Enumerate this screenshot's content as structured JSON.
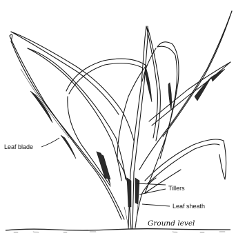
{
  "labels": {
    "leaf_blade": "Leaf blade",
    "tillers": "Tillers",
    "leaf_sheath": "Leaf sheath",
    "ground_level": "Ground level"
  }
}
